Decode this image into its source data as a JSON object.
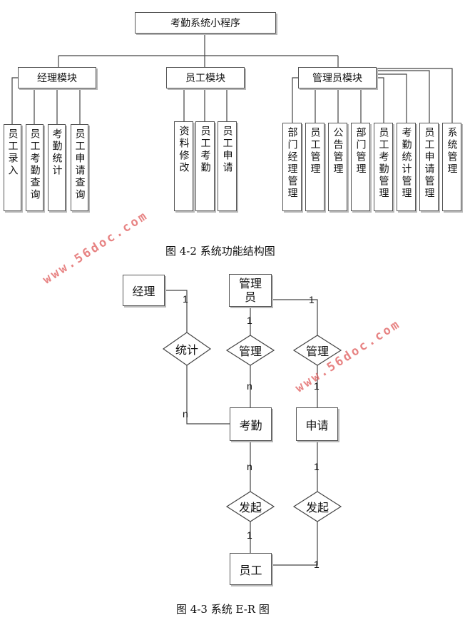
{
  "figure1": {
    "root": "考勤系统小程序",
    "modules": [
      {
        "name": "经理模块",
        "children": [
          "员工录入",
          "员工考勤查询",
          "考勤统计",
          "员工申请查询"
        ]
      },
      {
        "name": "员工模块",
        "children": [
          "资料修改",
          "员工考勤",
          "员工申请"
        ]
      },
      {
        "name": "管理员模块",
        "children": [
          "部门经理管理",
          "员工管理",
          "公告管理",
          "部门管理",
          "员工考勤管理",
          "考勤统计管理",
          "员工申请管理",
          "系统管理"
        ]
      }
    ],
    "caption": "图 4-2  系统功能结构图"
  },
  "figure2": {
    "entities": {
      "manager": "经理",
      "admin": "管理员",
      "attendance": "考勤",
      "application": "申请",
      "employee": "员工"
    },
    "relations": {
      "stat": "统计",
      "manage1": "管理",
      "manage2": "管理",
      "initiate1": "发起",
      "initiate2": "发起"
    },
    "cardinalities": {
      "manager_stat": "1",
      "stat_attendance": "n",
      "admin_manage1": "1",
      "manage1_attendance": "n",
      "admin_manage2": "1",
      "manage2_application": "1",
      "attendance_initiate1": "n",
      "initiate1_employee": "1",
      "application_initiate2": "1",
      "initiate2_employee": "1"
    },
    "caption": "图 4-3  系统 E-R 图"
  },
  "watermark": "www.56doc.com"
}
